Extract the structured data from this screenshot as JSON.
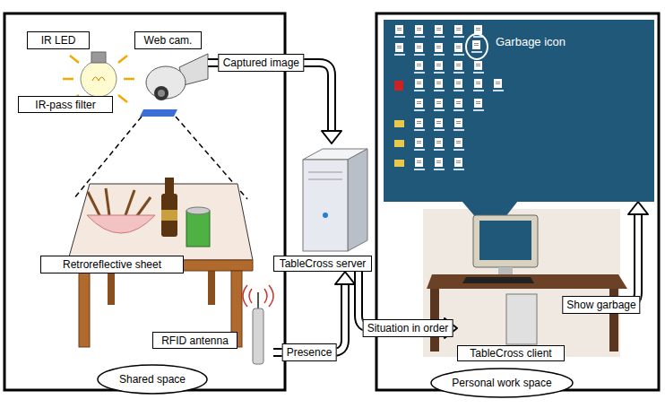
{
  "diagram": {
    "nodes": [
      {
        "text": [
          "IR LED"
        ]
      },
      {
        "text": [
          "Web cam."
        ]
      },
      {
        "text": [
          "IR-pass filter"
        ]
      },
      {
        "text": [
          "Retroreflective sheet"
        ]
      },
      {
        "text": [
          "RFID antenna"
        ]
      },
      {
        "text": [
          "TableCross server"
        ]
      },
      {
        "text": [
          "Shared space"
        ]
      },
      {
        "text": [
          "Garbage icon"
        ]
      },
      {
        "text": [
          "TableCross client"
        ]
      },
      {
        "text": [
          "Personal work space"
        ]
      }
    ],
    "edges": [
      {
        "from": 1,
        "to": 5,
        "label": "Captured image",
        "arrow": "to"
      },
      {
        "from": 4,
        "to": 5,
        "label": "Presence",
        "arrow": "to"
      },
      {
        "from": 5,
        "to": 8,
        "label": "Situation in order",
        "arrow": "to"
      },
      {
        "from": 8,
        "to": 7,
        "label": "Show garbage",
        "arrow": "to"
      }
    ]
  }
}
